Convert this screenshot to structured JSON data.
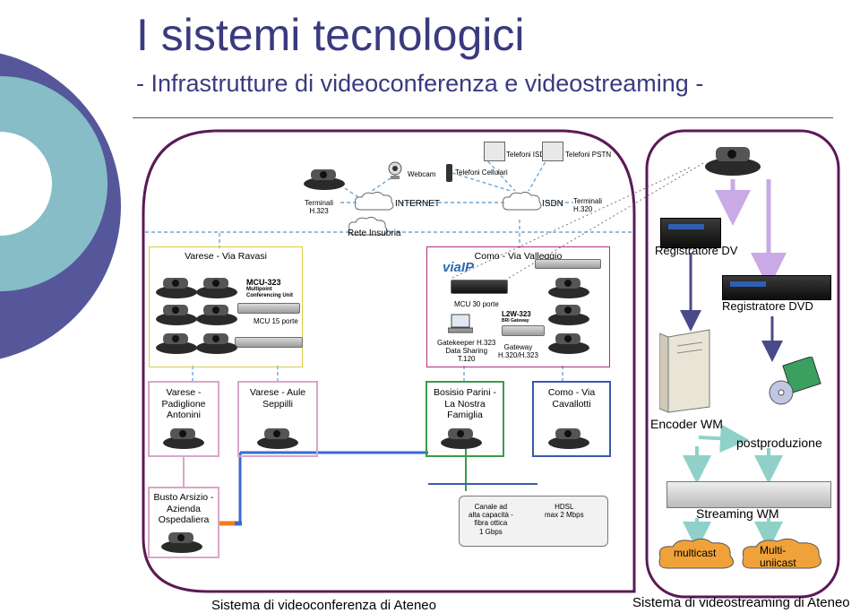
{
  "header": {
    "title": "I sistemi tecnologici",
    "subtitle": "- Infrastrutture di videoconferenza e videostreaming -"
  },
  "top_network": {
    "telefoni_isdn": "Telefoni ISDN",
    "telefoni_pstn": "Telefoni PSTN",
    "webcam": "Webcam",
    "telefoni_cellulari": "Telefoni Cellulari",
    "terminali_h323": "Terminali\nH.323",
    "internet": "INTERNET",
    "isdn": "ISDN",
    "terminali_h320": "Terminali\nH.320",
    "rete_insubria": "Rete Insubria"
  },
  "ravasi": {
    "title": "Varese - Via Ravasi",
    "mcu_logo": "MCU-323",
    "mcu_logo_sub": "Multipoint\nConferencing Unit",
    "mcu_ports": "MCU 15 porte"
  },
  "valleggio": {
    "title": "Como - Via Valleggio",
    "viaip": "viaIP",
    "mcu_ports": "MCU 30 porte",
    "l2w": "L2W-323",
    "l2w_sub": "BRI Gateway",
    "gatekeeper": "Gatekeeper H.323\nData Sharing\nT.120",
    "gateway": "Gateway\nH.320/H.323"
  },
  "sites": [
    {
      "name": "Varese -\nPadiglione\nAntonini"
    },
    {
      "name": "Varese - Aule\nSeppilli"
    },
    {
      "name": "Bosisio Parini -\nLa Nostra\nFamiglia"
    },
    {
      "name": "Como - Via\nCavallotti"
    },
    {
      "name": "Busto Arsizio -\nAzienda\nOspedaliera"
    }
  ],
  "legend": {
    "canale": "Canale ad\nalta capacità -\nfibra ottica\n1 Gbps",
    "hdsl": "HDSL\nmax 2 Mbps"
  },
  "streaming": {
    "registratore_dv": "Registratore DV",
    "registratore_dvd": "Registratore DVD",
    "encoder": "Encoder WM",
    "postproduzione": "postproduzione",
    "streaming_wm": "Streaming WM",
    "multicast": "multicast",
    "multi_unicast": "Multi-\nuniicast"
  },
  "captions": {
    "videoconf": "Sistema di videoconferenza di Ateneo",
    "videostream": "Sistema di videostreaming di Ateneo"
  },
  "colors": {
    "title": "#3a3a80",
    "frame_purple": "#5a1a55",
    "dashed_blue": "#6fa7d4",
    "ravasi_yellow": "#d8cc4a",
    "valleggio_magenta": "#b0307a",
    "site_pink": "#d9a7c7",
    "site_green": "#3a9a4e",
    "site_blue": "#3a5ab0",
    "streaming_arrow": "#4a4a8a",
    "lilac_arrow": "#c9a9e6",
    "teal_arrow": "#8fd1c8",
    "fiber_orange": "#f07a1a",
    "hdsl_blue": "#3a6ad0"
  },
  "icons": [
    "videoconference-camera-icon",
    "cloud-icon",
    "webcam-icon",
    "phone-icon",
    "mobile-phone-icon",
    "server-tower-icon",
    "cd-icon",
    "recorder-icon",
    "laptop-icon"
  ]
}
